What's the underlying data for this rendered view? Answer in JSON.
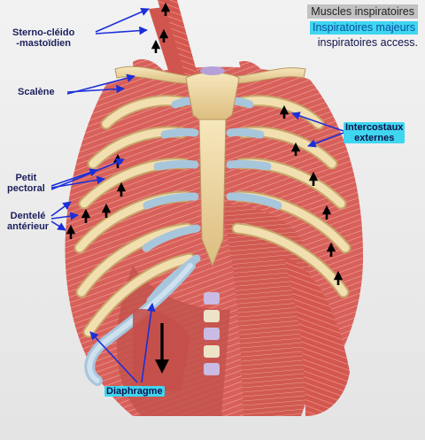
{
  "legend": {
    "title": "Muscles inspiratoires",
    "major": "Inspiratoires majeurs",
    "accessory": "inspiratoires access."
  },
  "labels": {
    "scm": "Sterno-cléido\n-mastoïdien",
    "scalene": "Scalène",
    "intercostal": "Intercostaux\nexternes",
    "pectoral": "Petit\npectoral",
    "serratus": "Dentelé\nantérieur",
    "diaphragm": "Diaphragme"
  },
  "colors": {
    "muscle": "#d9625c",
    "muscle_light": "#ef9c90",
    "bone": "#f0d9a5",
    "cartilage": "#a9c8df",
    "arrow_annot": "#1b2fd8",
    "arrow_action": "#000000",
    "highlight": "#3fd6f0",
    "label_text": "#1c1f5c"
  },
  "icons": {
    "action_arrow": "up-arrow-icon",
    "diaphragm_arrow": "down-arrow-icon"
  }
}
